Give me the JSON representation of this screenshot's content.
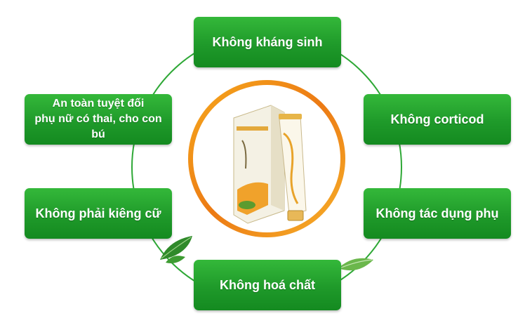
{
  "features": {
    "top": "Không kháng sinh",
    "right_top": "Không corticod",
    "right_bottom": "Không tác dụng phụ",
    "bottom": "Không hoá chất",
    "left_bottom": "Không phải kiêng cữ",
    "left_top": [
      "An toàn tuyệt đối",
      "phụ nữ có thai, cho con bú"
    ]
  },
  "colors": {
    "box_green": "#1f9a2a",
    "ring_green": "#2ea836",
    "circle_orange": "#ec7a14"
  },
  "icons": [
    "leaf-icon",
    "leaf-icon"
  ]
}
